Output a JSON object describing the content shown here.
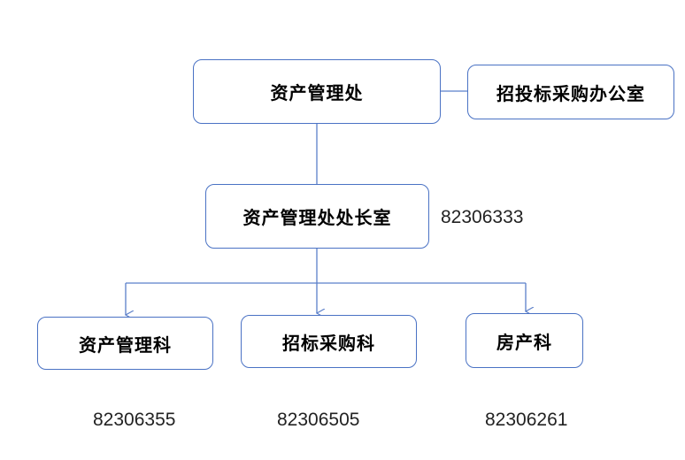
{
  "diagram": {
    "nodes": {
      "top": {
        "label": "资产管理处"
      },
      "bidding_office": {
        "label": "招投标采购办公室"
      },
      "director_office": {
        "label": "资产管理处处长室",
        "phone": "82306333"
      },
      "asset_section": {
        "label": "资产管理科",
        "phone": "82306355"
      },
      "procurement_section": {
        "label": "招标采购科",
        "phone": "82306505"
      },
      "housing_section": {
        "label": "房产科",
        "phone": "82306261"
      }
    },
    "colors": {
      "border": "#4a72c4",
      "line": "#5b7fc9",
      "text": "#000000"
    }
  }
}
